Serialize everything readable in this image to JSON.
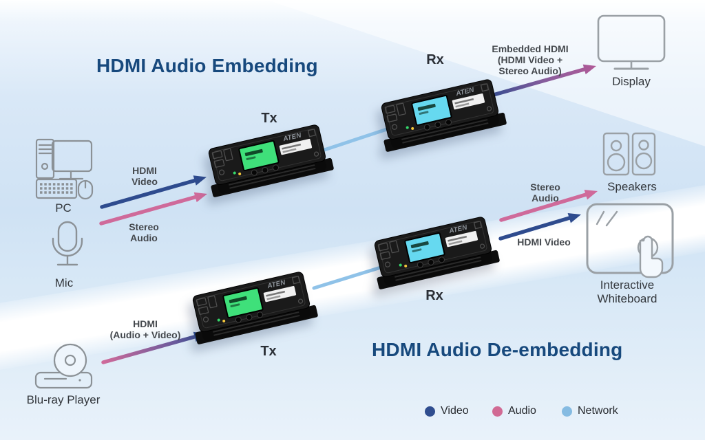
{
  "titles": {
    "embedding": "HDMI Audio Embedding",
    "de_embedding": "HDMI Audio De-embedding"
  },
  "device_labels": {
    "tx_top": "Tx",
    "rx_top": "Rx",
    "tx_bottom": "Tx",
    "rx_bottom": "Rx"
  },
  "devices": {
    "brand": "ATEN",
    "screen_tx_color": "#3fe07a",
    "screen_rx_color": "#66d9f0"
  },
  "endpoints": {
    "pc": "PC",
    "mic": "Mic",
    "bluray": "Blu-ray Player",
    "display": "Display",
    "speakers": "Speakers",
    "whiteboard_line1": "Interactive",
    "whiteboard_line2": "Whiteboard"
  },
  "connections": {
    "hdmi_video_top_line1": "HDMI",
    "hdmi_video_top_line2": "Video",
    "stereo_audio_top_line1": "Stereo",
    "stereo_audio_top_line2": "Audio",
    "hdmi_av_line1": "HDMI",
    "hdmi_av_line2": "(Audio + Video)",
    "embedded_line1": "Embedded HDMI",
    "embedded_line2": "(HDMI Video +",
    "embedded_line3": "Stereo Audio)",
    "stereo_audio_bottom_line1": "Stereo",
    "stereo_audio_bottom_line2": "Audio",
    "hdmi_video_bottom": "HDMI Video"
  },
  "legend": {
    "video": {
      "label": "Video",
      "color": "#2f4d8f"
    },
    "audio": {
      "label": "Audio",
      "color": "#d16a94"
    },
    "network": {
      "label": "Network",
      "color": "#85bbe2"
    }
  },
  "colors": {
    "video_arrow": "#2e4b8e",
    "audio_arrow": "#cf6a9a",
    "network_line": "#8fc2e8",
    "title": "#17497d"
  }
}
